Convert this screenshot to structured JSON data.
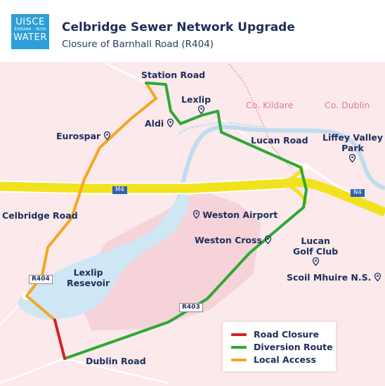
{
  "header": {
    "logo_line1": "UISCE",
    "logo_line2": "ÉIREANN : IRISH",
    "logo_line3": "WATER",
    "title": "Celbridge Sewer Network Upgrade",
    "subtitle": "Closure of Barnhall Road (R404)"
  },
  "labels": {
    "station_road": "Station Road",
    "lexlip": "Lexlip",
    "aldi": "Aldi",
    "eurospar": "Eurospar",
    "lucan_road": "Lucan Road",
    "liffey_valley_line1": "Liffey Valley",
    "liffey_valley_line2": "Park",
    "celbridge_road": "Celbridge Road",
    "weston_airport": "Weston Airport",
    "weston_cross": "Weston Cross",
    "lucan_golf_line1": "Lucan",
    "lucan_golf_line2": "Golf Club",
    "scoil_mhuire": "Scoil Mhuire N.S.",
    "lexlip_reservoir_line1": "Lexlip",
    "lexlip_reservoir_line2": "Resevoir",
    "dublin_road": "Dublin Road"
  },
  "counties": {
    "kildare": "Co. Kildare",
    "dublin": "Co. Dublin"
  },
  "roads": {
    "m4": "M4",
    "n4": "N4",
    "r404": "R404",
    "r403": "R403"
  },
  "legend": {
    "items": [
      {
        "label": "Road Closure",
        "color": "#d2232a"
      },
      {
        "label": "Diversion Route",
        "color": "#2ea836"
      },
      {
        "label": "Local Access",
        "color": "#f5a623"
      }
    ]
  },
  "colors": {
    "land": "#fbe9ec",
    "water": "#cfe6f4",
    "motorway": "#f2e21e",
    "brand": "#2c9fd9",
    "navy": "#1d2e5a"
  }
}
